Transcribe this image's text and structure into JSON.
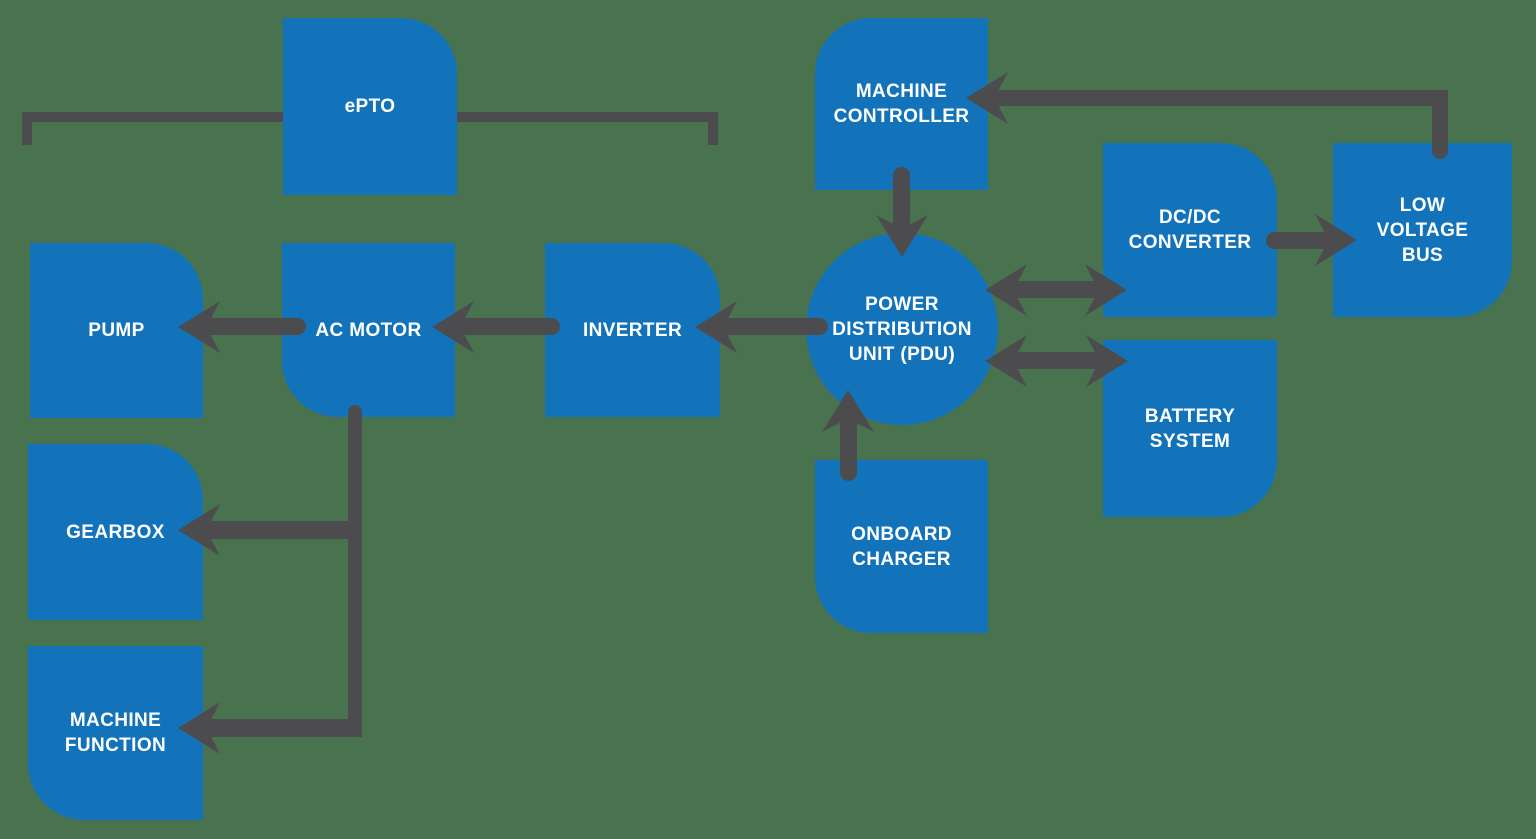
{
  "diagram": {
    "type": "block-diagram",
    "subject": "ePTO electric powertrain architecture",
    "colors": {
      "background": "#49734F",
      "block": "#1273BA",
      "arrow": "#4C4C4F",
      "label": "#FFFFFF"
    },
    "nodes": {
      "epto": {
        "label": "ePTO"
      },
      "machine_controller": {
        "label": "MACHINE\nCONTROLLER"
      },
      "pump": {
        "label": "PUMP"
      },
      "ac_motor": {
        "label": "AC MOTOR"
      },
      "inverter": {
        "label": "INVERTER"
      },
      "pdu": {
        "label": "POWER\nDISTRIBUTION\nUNIT (PDU)"
      },
      "dcdc_converter": {
        "label": "DC/DC\nCONVERTER"
      },
      "low_voltage_bus": {
        "label": "LOW\nVOLTAGE\nBUS"
      },
      "battery_system": {
        "label": "BATTERY\nSYSTEM"
      },
      "onboard_charger": {
        "label": "ONBOARD\nCHARGER"
      },
      "gearbox": {
        "label": "GEARBOX"
      },
      "machine_function": {
        "label": "MACHINE\nFUNCTION"
      }
    },
    "edges": [
      {
        "from": "ePTO",
        "to": "PUMP / AC MOTOR / INVERTER",
        "style": "bracket-span"
      },
      {
        "from": "AC MOTOR",
        "to": "PUMP",
        "style": "arrow"
      },
      {
        "from": "INVERTER",
        "to": "AC MOTOR",
        "style": "arrow"
      },
      {
        "from": "POWER DISTRIBUTION UNIT (PDU)",
        "to": "INVERTER",
        "style": "arrow"
      },
      {
        "from": "MACHINE CONTROLLER",
        "to": "POWER DISTRIBUTION UNIT (PDU)",
        "style": "arrow"
      },
      {
        "from": "ONBOARD CHARGER",
        "to": "POWER DISTRIBUTION UNIT (PDU)",
        "style": "arrow"
      },
      {
        "from": "POWER DISTRIBUTION UNIT (PDU)",
        "to": "DC/DC CONVERTER",
        "style": "double-arrow"
      },
      {
        "from": "POWER DISTRIBUTION UNIT (PDU)",
        "to": "BATTERY SYSTEM",
        "style": "double-arrow"
      },
      {
        "from": "DC/DC CONVERTER",
        "to": "LOW VOLTAGE BUS",
        "style": "arrow"
      },
      {
        "from": "LOW VOLTAGE BUS",
        "to": "MACHINE CONTROLLER",
        "style": "arrow"
      },
      {
        "from": "AC MOTOR",
        "to": "GEARBOX",
        "style": "arrow"
      },
      {
        "from": "AC MOTOR",
        "to": "MACHINE FUNCTION",
        "style": "arrow"
      }
    ]
  }
}
